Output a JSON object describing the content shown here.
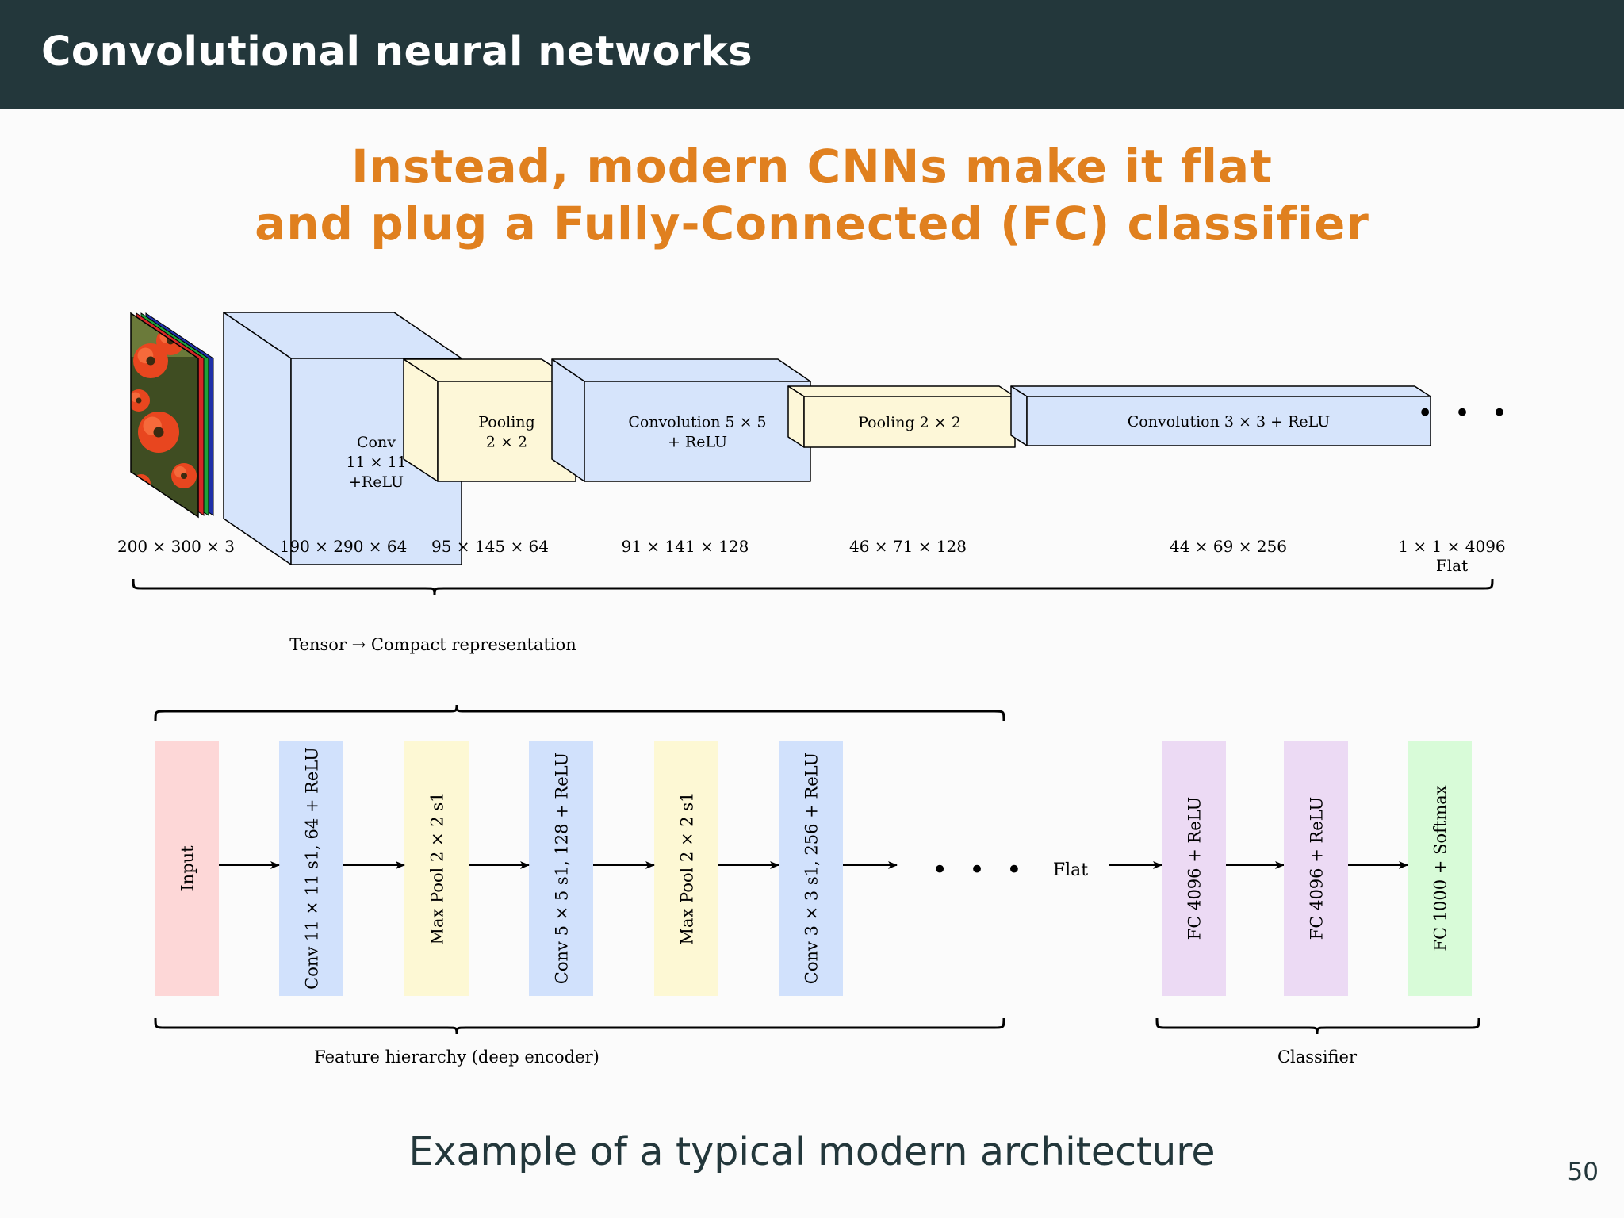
{
  "header": {
    "title": "Convolutional neural networks"
  },
  "subtitle": {
    "line1": "Instead, modern CNNs make it flat",
    "line2": "and plug a Fully-Connected (FC) classifier"
  },
  "tensor_diagram": {
    "blocks": [
      {
        "label_lines": [],
        "dim": "200 × 300 × 3",
        "kind": "input-image"
      },
      {
        "label_lines": [
          "Conv",
          "11 × 11",
          "+ReLU"
        ],
        "dim": "190 × 290 × 64",
        "kind": "conv"
      },
      {
        "label_lines": [
          "Pooling",
          "2 × 2"
        ],
        "dim": "95 × 145 × 64",
        "kind": "pool"
      },
      {
        "label_lines": [
          "Convolution 5 × 5",
          "+ ReLU"
        ],
        "dim": "91 × 141 × 128",
        "kind": "conv"
      },
      {
        "label_lines": [
          "Pooling 2 × 2"
        ],
        "dim": "46 × 71 × 128",
        "kind": "pool"
      },
      {
        "label_lines": [
          "Convolution 3 × 3 + ReLU"
        ],
        "dim": "44 × 69 × 256",
        "kind": "conv"
      }
    ],
    "ellipsis": "• • •",
    "last_dim": "1 × 1 × 4096",
    "last_dim_sub": "Flat",
    "brace_label": "Tensor → Compact representation"
  },
  "pipeline": {
    "layers": [
      {
        "label": "Input",
        "color": "#fdd7d7"
      },
      {
        "label": "Conv 11 × 11 s1, 64 + ReLU",
        "color": "#d1e1fc"
      },
      {
        "label": "Max Pool 2 × 2 s1",
        "color": "#fdf8d4"
      },
      {
        "label": "Conv 5 × 5 s1, 128 + ReLU",
        "color": "#d1e1fc"
      },
      {
        "label": "Max Pool 2 × 2 s1",
        "color": "#fdf8d4"
      },
      {
        "label": "Conv 3 × 3 s1, 256 + ReLU",
        "color": "#d1e1fc"
      }
    ],
    "ellipsis": "• • •",
    "flat_label": "Flat",
    "classifier_layers": [
      {
        "label": "FC 4096 + ReLU",
        "color": "#ecdaf4"
      },
      {
        "label": "FC 4096 + ReLU",
        "color": "#ecdaf4"
      },
      {
        "label": "FC 1000 + Softmax",
        "color": "#d8fbd8"
      }
    ],
    "encoder_label": "Feature hierarchy (deep encoder)",
    "classifier_label": "Classifier"
  },
  "colors": {
    "conv_fill": "#d6e4fb",
    "pool_fill": "#fdf7d8",
    "header_bg": "#23373b",
    "accent": "#e0801f"
  },
  "caption": "Example of a typical modern architecture",
  "page_number": "50"
}
